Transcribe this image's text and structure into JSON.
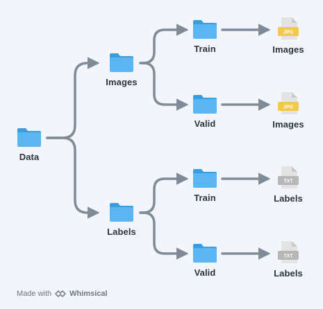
{
  "colors": {
    "background": "#f2f5f9",
    "connector": "#7f8b97",
    "folder_body": "#5ab5f0",
    "folder_tab": "#3a9de0",
    "jpg_badge": "#f2c94c",
    "txt_badge": "#b7b7b7",
    "file_sheet": "#e3e3e3",
    "label_text": "#2c3440"
  },
  "nodes": {
    "data": {
      "label": "Data",
      "icon": "folder-icon"
    },
    "images": {
      "label": "Images",
      "icon": "folder-icon"
    },
    "labels": {
      "label": "Labels",
      "icon": "folder-icon"
    },
    "images_train": {
      "label": "Train",
      "icon": "folder-icon"
    },
    "images_valid": {
      "label": "Valid",
      "icon": "folder-icon"
    },
    "labels_train": {
      "label": "Train",
      "icon": "folder-icon"
    },
    "labels_valid": {
      "label": "Valid",
      "icon": "folder-icon"
    },
    "images_train_files": {
      "label": "Images",
      "icon": "jpg-file-icon",
      "badge": "JPG"
    },
    "images_valid_files": {
      "label": "Images",
      "icon": "jpg-file-icon",
      "badge": "JPG"
    },
    "labels_train_files": {
      "label": "Labels",
      "icon": "txt-file-icon",
      "badge": "TXT"
    },
    "labels_valid_files": {
      "label": "Labels",
      "icon": "txt-file-icon",
      "badge": "TXT"
    }
  },
  "footer": {
    "prefix": "Made with",
    "brand": "Whimsical",
    "icon": "whimsical-logo-icon"
  }
}
